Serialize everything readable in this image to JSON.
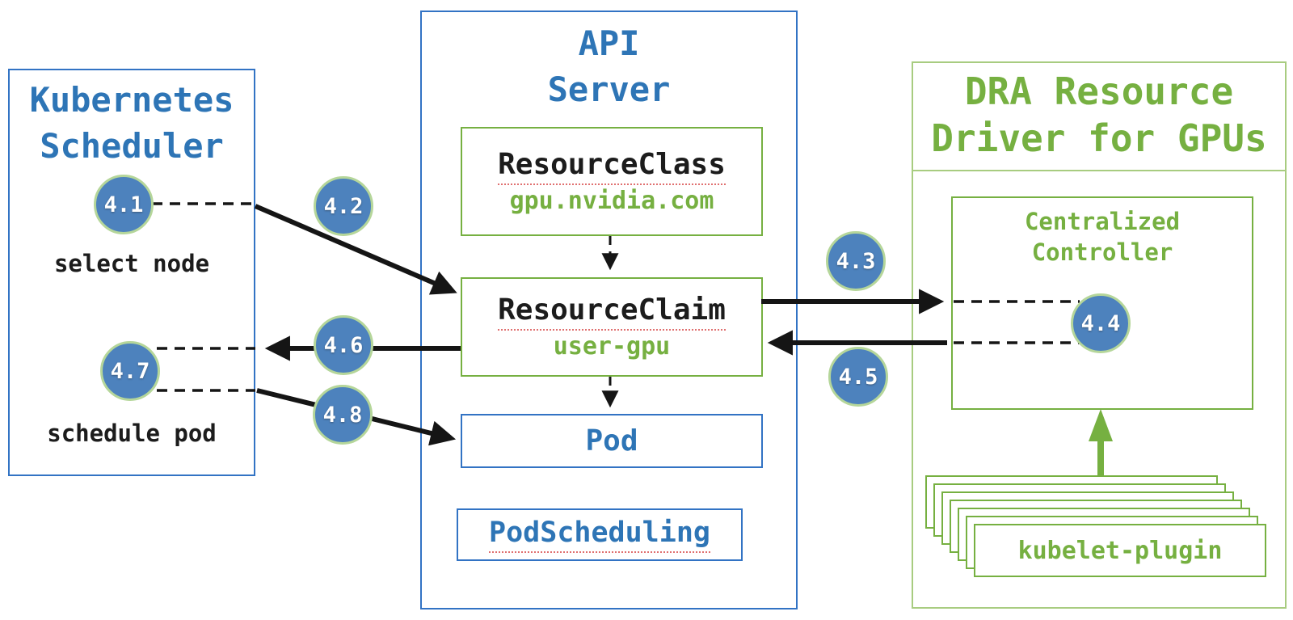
{
  "colors": {
    "blue_text": "#2e75b6",
    "blue_border": "#3273c4",
    "green_text": "#76b041",
    "green_border": "#76b041",
    "light_green_border": "#a8cc80",
    "badge_fill": "#4d82bd",
    "badge_ring": "#b5d69a",
    "arrow_black": "#151515",
    "underline_red": "#e07070"
  },
  "scheduler": {
    "title_line1": "Kubernetes",
    "title_line2": "Scheduler",
    "select_node_label": "select node",
    "schedule_pod_label": "schedule pod"
  },
  "api_server": {
    "title_line1": "API",
    "title_line2": "Server",
    "resource_class_name": "ResourceClass",
    "resource_class_value": "gpu.nvidia.com",
    "resource_claim_name": "ResourceClaim",
    "resource_claim_value": "user-gpu",
    "pod_label": "Pod",
    "pod_scheduling_label": "PodScheduling"
  },
  "dra_driver": {
    "title_line1": "DRA Resource",
    "title_line2": "Driver for GPUs",
    "controller_line1": "Centralized",
    "controller_line2": "Controller",
    "kubelet_plugin_label": "kubelet-plugin"
  },
  "steps": [
    {
      "label": "4.1"
    },
    {
      "label": "4.2"
    },
    {
      "label": "4.3"
    },
    {
      "label": "4.4"
    },
    {
      "label": "4.5"
    },
    {
      "label": "4.6"
    },
    {
      "label": "4.7"
    },
    {
      "label": "4.8"
    }
  ]
}
